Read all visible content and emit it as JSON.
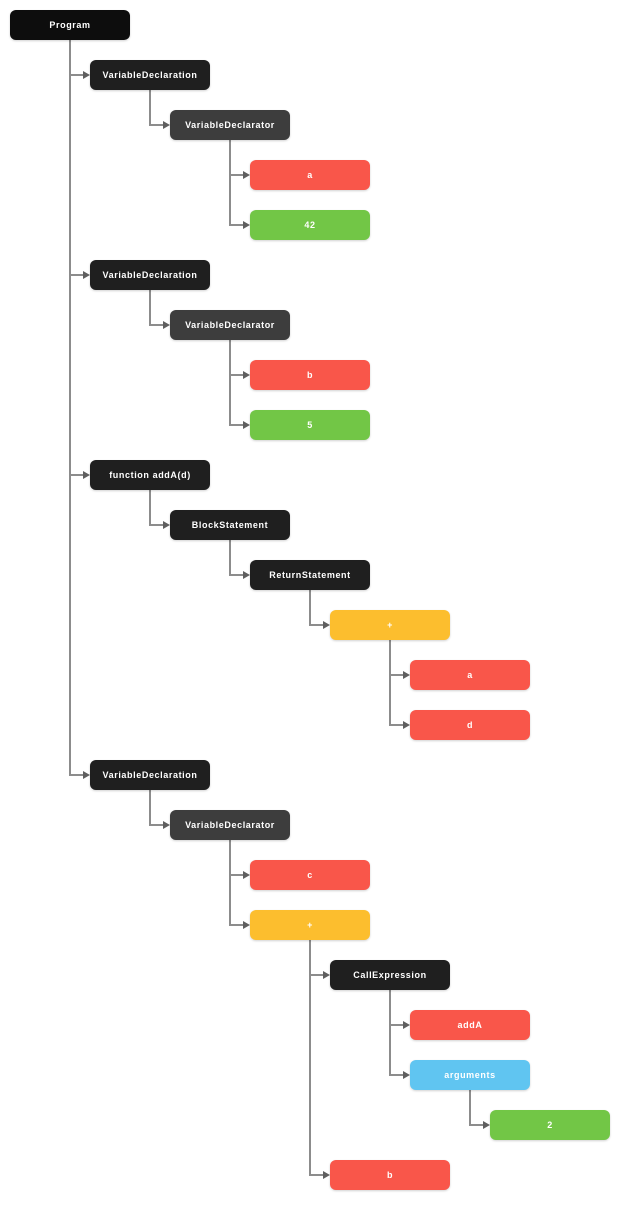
{
  "colors": {
    "program": "#0d0d0d",
    "statement": "#1f1f1f",
    "declarator": "#3d3d3d",
    "identifier": "#f9564a",
    "literal": "#72c646",
    "operator": "#fcbe2e",
    "arguments": "#60c5f1",
    "connector_line": "#8c8c8c",
    "arrowhead": "#5f5f5f",
    "background": "#ffffff",
    "node_text": "#ffffff"
  },
  "tree": {
    "nodes": [
      {
        "id": "program",
        "label": "Program",
        "type": "program",
        "depth": 0,
        "row": 0,
        "children": [
          "var-decl-1",
          "var-decl-2",
          "func-adda",
          "var-decl-3"
        ]
      },
      {
        "id": "var-decl-1",
        "label": "VariableDeclaration",
        "type": "statement",
        "depth": 1,
        "row": 1,
        "children": [
          "var-declarator-1"
        ]
      },
      {
        "id": "var-declarator-1",
        "label": "VariableDeclarator",
        "type": "declarator",
        "depth": 2,
        "row": 2,
        "children": [
          "id-a",
          "lit-42"
        ]
      },
      {
        "id": "id-a",
        "label": "a",
        "type": "identifier",
        "depth": 3,
        "row": 3,
        "children": []
      },
      {
        "id": "lit-42",
        "label": "42",
        "type": "literal",
        "depth": 3,
        "row": 4,
        "children": []
      },
      {
        "id": "var-decl-2",
        "label": "VariableDeclaration",
        "type": "statement",
        "depth": 1,
        "row": 5,
        "children": [
          "var-declarator-2"
        ]
      },
      {
        "id": "var-declarator-2",
        "label": "VariableDeclarator",
        "type": "declarator",
        "depth": 2,
        "row": 6,
        "children": [
          "id-b",
          "lit-5"
        ]
      },
      {
        "id": "id-b",
        "label": "b",
        "type": "identifier",
        "depth": 3,
        "row": 7,
        "children": []
      },
      {
        "id": "lit-5",
        "label": "5",
        "type": "literal",
        "depth": 3,
        "row": 8,
        "children": []
      },
      {
        "id": "func-adda",
        "label": "function addA(d)",
        "type": "statement",
        "depth": 1,
        "row": 9,
        "children": [
          "block-stmt"
        ]
      },
      {
        "id": "block-stmt",
        "label": "BlockStatement",
        "type": "statement",
        "depth": 2,
        "row": 10,
        "children": [
          "return-stmt"
        ]
      },
      {
        "id": "return-stmt",
        "label": "ReturnStatement",
        "type": "statement",
        "depth": 3,
        "row": 11,
        "children": [
          "plus-1"
        ]
      },
      {
        "id": "plus-1",
        "label": "+",
        "type": "operator",
        "depth": 4,
        "row": 12,
        "children": [
          "id-a2",
          "id-d"
        ]
      },
      {
        "id": "id-a2",
        "label": "a",
        "type": "identifier",
        "depth": 5,
        "row": 13,
        "children": []
      },
      {
        "id": "id-d",
        "label": "d",
        "type": "identifier",
        "depth": 5,
        "row": 14,
        "children": []
      },
      {
        "id": "var-decl-3",
        "label": "VariableDeclaration",
        "type": "statement",
        "depth": 1,
        "row": 15,
        "children": [
          "var-declarator-3"
        ]
      },
      {
        "id": "var-declarator-3",
        "label": "VariableDeclarator",
        "type": "declarator",
        "depth": 2,
        "row": 16,
        "children": [
          "id-c",
          "plus-2"
        ]
      },
      {
        "id": "id-c",
        "label": "c",
        "type": "identifier",
        "depth": 3,
        "row": 17,
        "children": []
      },
      {
        "id": "plus-2",
        "label": "+",
        "type": "operator",
        "depth": 3,
        "row": 18,
        "children": [
          "call-expr",
          "id-b2"
        ]
      },
      {
        "id": "call-expr",
        "label": "CallExpression",
        "type": "statement",
        "depth": 4,
        "row": 19,
        "children": [
          "id-adda",
          "args"
        ]
      },
      {
        "id": "id-adda",
        "label": "addA",
        "type": "identifier",
        "depth": 5,
        "row": 20,
        "children": []
      },
      {
        "id": "args",
        "label": "arguments",
        "type": "arguments",
        "depth": 5,
        "row": 21,
        "children": [
          "lit-2"
        ]
      },
      {
        "id": "lit-2",
        "label": "2",
        "type": "literal",
        "depth": 6,
        "row": 22,
        "children": []
      },
      {
        "id": "id-b2",
        "label": "b",
        "type": "identifier",
        "depth": 4,
        "row": 23,
        "children": []
      }
    ]
  }
}
